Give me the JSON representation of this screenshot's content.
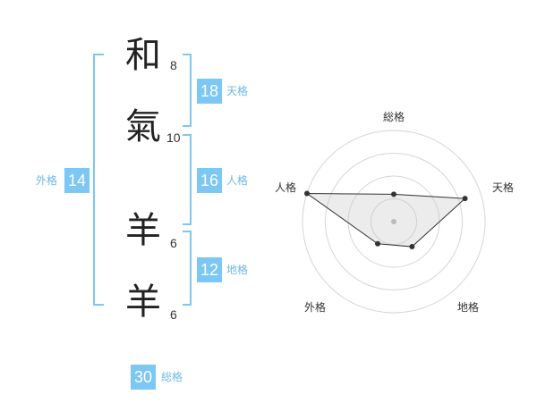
{
  "name_chars": [
    {
      "char": "和",
      "strokes": "8"
    },
    {
      "char": "氣",
      "strokes": "10"
    },
    {
      "char": "羊",
      "strokes": "6"
    },
    {
      "char": "羊",
      "strokes": "6"
    }
  ],
  "fortune": {
    "tenkaku": {
      "value": "18",
      "label": "天格"
    },
    "jinkaku": {
      "value": "16",
      "label": "人格"
    },
    "chikaku": {
      "value": "12",
      "label": "地格"
    },
    "gaikaku": {
      "value": "14",
      "label": "外格"
    },
    "soukaku": {
      "value": "30",
      "label": "総格"
    }
  },
  "colors": {
    "accent": "#7cc7f3",
    "text": "#222222"
  },
  "chart_data": {
    "type": "radar",
    "axes": [
      "総格",
      "天格",
      "地格",
      "外格",
      "人格"
    ],
    "values": [
      0.3,
      0.82,
      0.34,
      0.3,
      1.0
    ],
    "rings": 4
  }
}
